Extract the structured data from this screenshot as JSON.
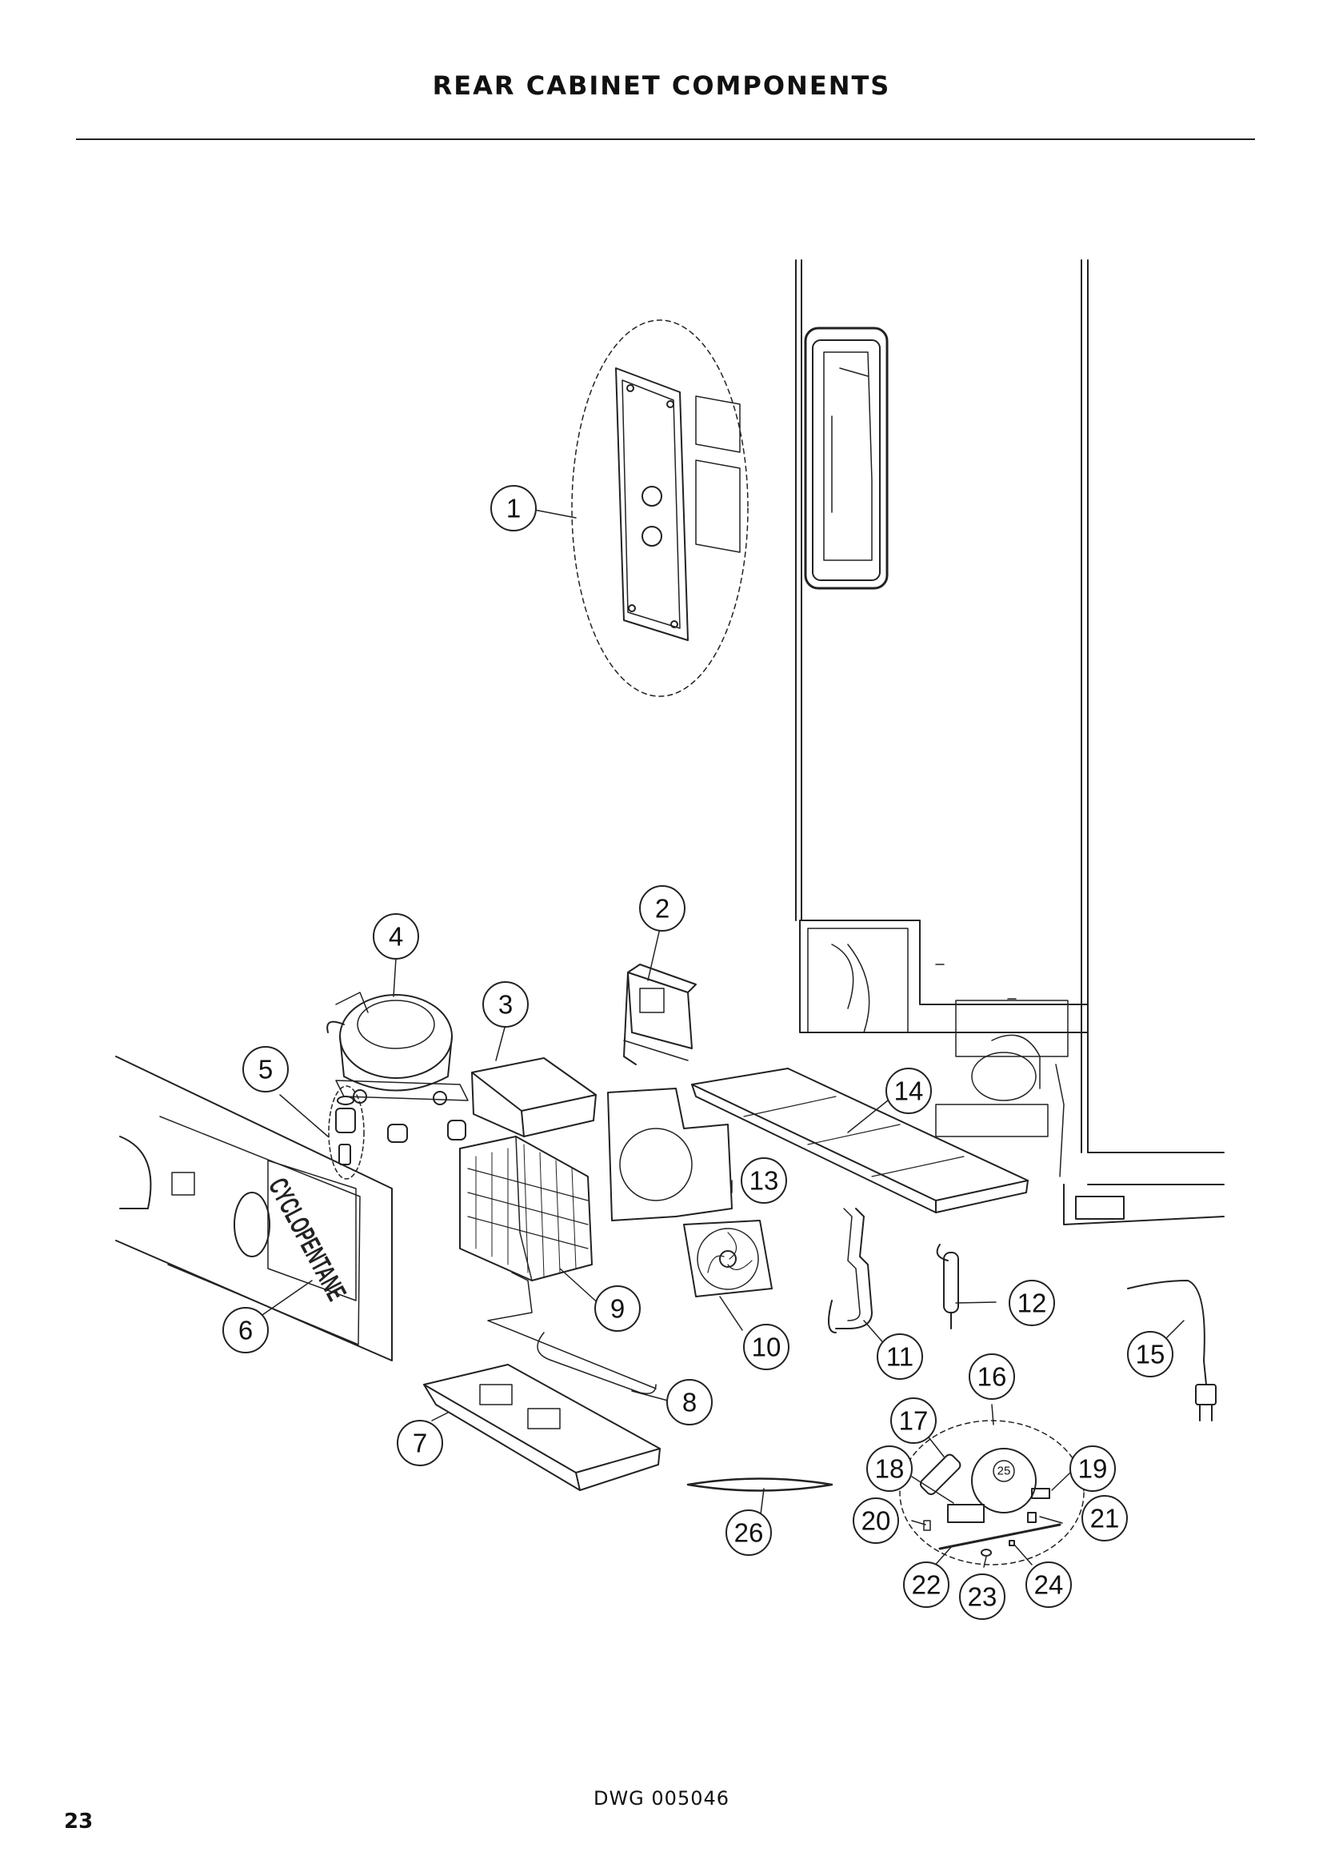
{
  "page": {
    "title": "REAR CABINET COMPONENTS",
    "drawing_number": "DWG 005046",
    "page_number": "23"
  },
  "diagram": {
    "callouts": [
      "1",
      "2",
      "3",
      "4",
      "5",
      "6",
      "7",
      "8",
      "9",
      "10",
      "11",
      "12",
      "13",
      "14",
      "15",
      "16",
      "17",
      "18",
      "19",
      "20",
      "21",
      "22",
      "23",
      "24",
      "25",
      "26"
    ],
    "panel_marking": "CYCLOPENTANE"
  }
}
